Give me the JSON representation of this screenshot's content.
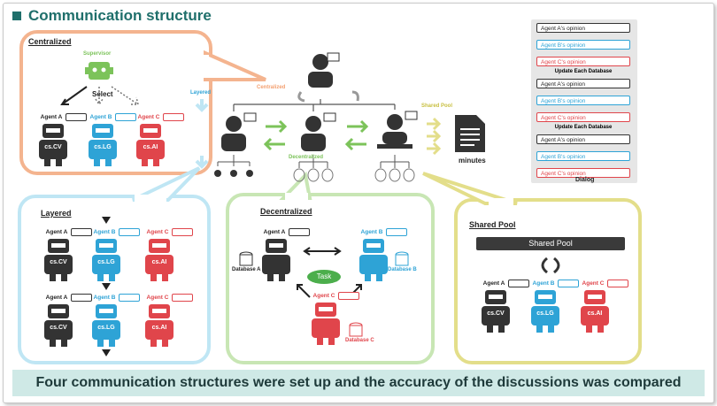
{
  "title": "Communication structure",
  "caption": "Four communication structures were set up and the accuracy of the discussions was compared",
  "colors": {
    "teal": "#1f6f6b",
    "black": "#333333",
    "blue": "#2ea3d6",
    "red": "#e0454b",
    "green": "#7cc35a",
    "orange": "#f4b48f",
    "lightblue": "#bfe6f4",
    "lightgreen": "#c8e6b4",
    "olive": "#e3de8a"
  },
  "centralized": {
    "label": "Centralized",
    "supervisor": "Supervisor",
    "select": "Select",
    "agents": [
      {
        "name": "Agent A",
        "tag": "cs.CV"
      },
      {
        "name": "Agent B",
        "tag": "cs.LG"
      },
      {
        "name": "Agent C",
        "tag": "cs.AI"
      }
    ]
  },
  "layered": {
    "label": "Layered",
    "agents": [
      {
        "name": "Agent A",
        "tag": "cs.CV"
      },
      {
        "name": "Agent B",
        "tag": "cs.LG"
      },
      {
        "name": "Agent C",
        "tag": "cs.AI"
      }
    ]
  },
  "decentralized": {
    "label": "Decentralized",
    "task": "Task",
    "agents": [
      {
        "name": "Agent A",
        "db": "Database A"
      },
      {
        "name": "Agent B",
        "db": "Database B"
      },
      {
        "name": "Agent C",
        "db": "Database C"
      }
    ]
  },
  "shared_pool": {
    "label": "Shared Pool",
    "box": "Shared Pool",
    "agents": [
      {
        "name": "Agent A",
        "tag": "cs.CV"
      },
      {
        "name": "Agent B",
        "tag": "cs.LG"
      },
      {
        "name": "Agent C",
        "tag": "cs.AI"
      }
    ]
  },
  "center": {
    "centralized": "Centralized",
    "layered": "Layered",
    "decentralized": "Decentralized",
    "shared_pool": "Shared Pool",
    "minutes": "minutes"
  },
  "dialog": {
    "title": "Dialog",
    "groups": [
      {
        "items": [
          "Agent A's opinion",
          "Agent B's opinion",
          "Agent C's opinion"
        ],
        "update": "Update Each Database"
      },
      {
        "items": [
          "Agent A's opinion",
          "Agent B's opinion",
          "Agent C's opinion"
        ],
        "update": "Update Each Database"
      },
      {
        "items": [
          "Agent A's opinion",
          "Agent B's opinion",
          "Agent C's opinion"
        ],
        "update": ""
      }
    ]
  }
}
